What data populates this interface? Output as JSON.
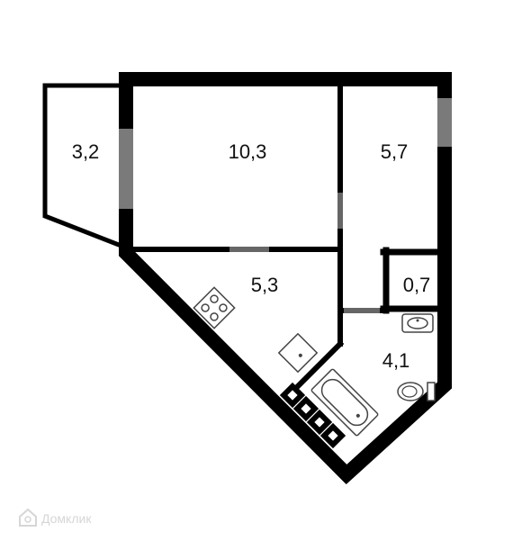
{
  "rooms": {
    "balcony": {
      "area": "3,2"
    },
    "living_room": {
      "area": "10,3"
    },
    "room": {
      "area": "5,7"
    },
    "closet": {
      "area": "0,7"
    },
    "kitchen": {
      "area": "5,3"
    },
    "bathroom": {
      "area": "4,1"
    }
  },
  "watermark": {
    "text": "Домклик"
  },
  "colors": {
    "wall": "#000000",
    "window": "#7a7a7a",
    "door_gap": "#666666",
    "background": "#ffffff",
    "fixture_stroke": "#444444",
    "watermark": "#d6d6d6"
  },
  "icons": [
    "stove-icon",
    "sink-icon",
    "bathtub-icon",
    "toilet-icon",
    "washbasin-icon",
    "domclick-logo-icon"
  ]
}
